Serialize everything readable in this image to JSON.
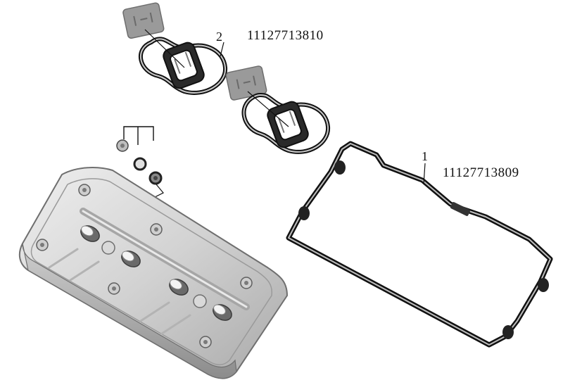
{
  "parts": [
    {
      "callout": "1",
      "part_number": "11127713809"
    },
    {
      "callout": "2",
      "part_number": "11127713810"
    }
  ],
  "colors": {
    "line": "#111111",
    "metal_light": "#e6e6e6",
    "metal_mid": "#c4c4c4",
    "metal_dark": "#8a8a8a",
    "gasket_pad": "#9a9a9a"
  }
}
